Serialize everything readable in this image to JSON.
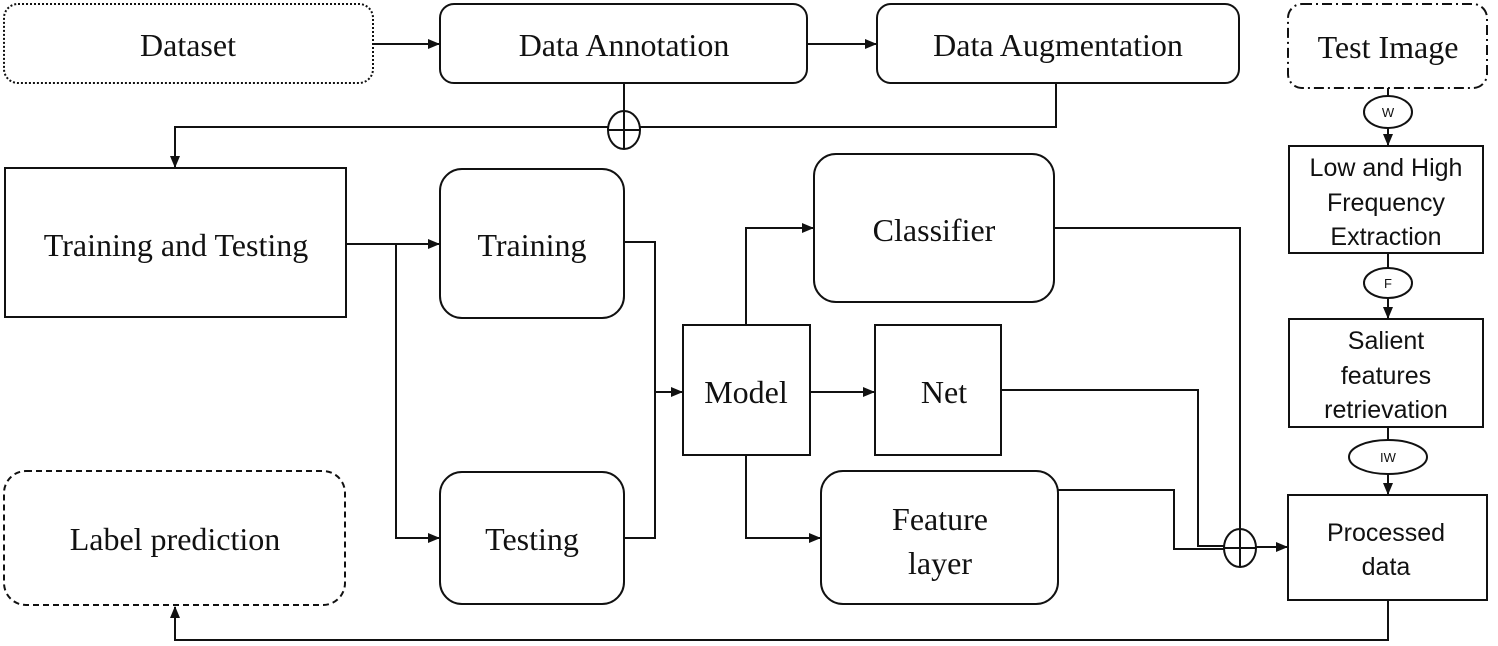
{
  "nodes": {
    "dataset": "Dataset",
    "data_annotation": "Data Annotation",
    "data_augmentation": "Data Augmentation",
    "test_image": "Test Image",
    "training_and_testing": "Training and Testing",
    "training": "Training",
    "testing": "Testing",
    "model": "Model",
    "classifier": "Classifier",
    "net": "Net",
    "feature_layer": [
      "Feature",
      "layer"
    ],
    "label_prediction": "Label prediction",
    "low_high_freq": [
      "Low and High",
      "Frequency",
      "Extraction"
    ],
    "salient_features": [
      "Salient",
      "features",
      "retrievation"
    ],
    "processed_data": [
      "Processed",
      "data"
    ]
  },
  "ops": {
    "w": "W",
    "f": "F",
    "iw": "IW"
  }
}
